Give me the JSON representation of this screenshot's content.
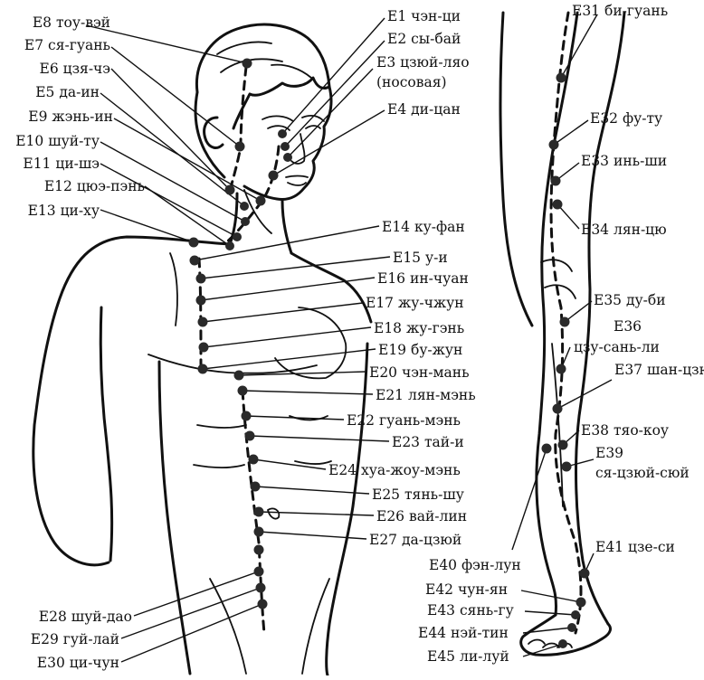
{
  "body_points": [
    {
      "code": "E1",
      "name": "чэн-ци"
    },
    {
      "code": "E2",
      "name": "сы-бай"
    },
    {
      "code": "E3",
      "name": "цзюй-ляо",
      "note": "(носовая)"
    },
    {
      "code": "E4",
      "name": "ди-цан"
    },
    {
      "code": "E5",
      "name": "да-ин"
    },
    {
      "code": "E6",
      "name": "цзя-чэ"
    },
    {
      "code": "E7",
      "name": "ся-гуань"
    },
    {
      "code": "E8",
      "name": "тоу-вэй"
    },
    {
      "code": "E9",
      "name": "жэнь-ин"
    },
    {
      "code": "E10",
      "name": "шуй-ту"
    },
    {
      "code": "E11",
      "name": "ци-шэ"
    },
    {
      "code": "E12",
      "name": "цюэ-пэнь"
    },
    {
      "code": "E13",
      "name": "ци-ху"
    },
    {
      "code": "E14",
      "name": "ку-фан"
    },
    {
      "code": "E15",
      "name": "у-и"
    },
    {
      "code": "E16",
      "name": "ин-чуан"
    },
    {
      "code": "E17",
      "name": "жу-чжун"
    },
    {
      "code": "E18",
      "name": "жу-гэнь"
    },
    {
      "code": "E19",
      "name": "бу-жун"
    },
    {
      "code": "E20",
      "name": "чэн-мань"
    },
    {
      "code": "E21",
      "name": "лян-мэнь"
    },
    {
      "code": "E22",
      "name": "гуань-мэнь"
    },
    {
      "code": "E23",
      "name": "тай-и"
    },
    {
      "code": "E24",
      "name": "хуа-жоу-мэнь"
    },
    {
      "code": "E25",
      "name": "тянь-шу"
    },
    {
      "code": "E26",
      "name": "вай-лин"
    },
    {
      "code": "E27",
      "name": "да-цзюй"
    },
    {
      "code": "E28",
      "name": "шуй-дао"
    },
    {
      "code": "E29",
      "name": "гуй-лай"
    },
    {
      "code": "E30",
      "name": "ци-чун"
    }
  ],
  "leg_points": [
    {
      "code": "E31",
      "name": "би-гуань"
    },
    {
      "code": "E32",
      "name": "фу-ту"
    },
    {
      "code": "E33",
      "name": "инь-ши"
    },
    {
      "code": "E34",
      "name": "лян-цю"
    },
    {
      "code": "E35",
      "name": "ду-би"
    },
    {
      "code": "E36",
      "name": "цзу-сань-ли"
    },
    {
      "code": "E37",
      "name": "шан-цзюй-сюй"
    },
    {
      "code": "E38",
      "name": "тяо-коу"
    },
    {
      "code": "E39",
      "name": "ся-цзюй-сюй"
    },
    {
      "code": "E40",
      "name": "фэн-лун"
    },
    {
      "code": "E41",
      "name": "цзе-си"
    },
    {
      "code": "E42",
      "name": "чун-ян"
    },
    {
      "code": "E43",
      "name": "сянь-гу"
    },
    {
      "code": "E44",
      "name": "нэй-тин"
    },
    {
      "code": "E45",
      "name": "ли-луй"
    }
  ]
}
